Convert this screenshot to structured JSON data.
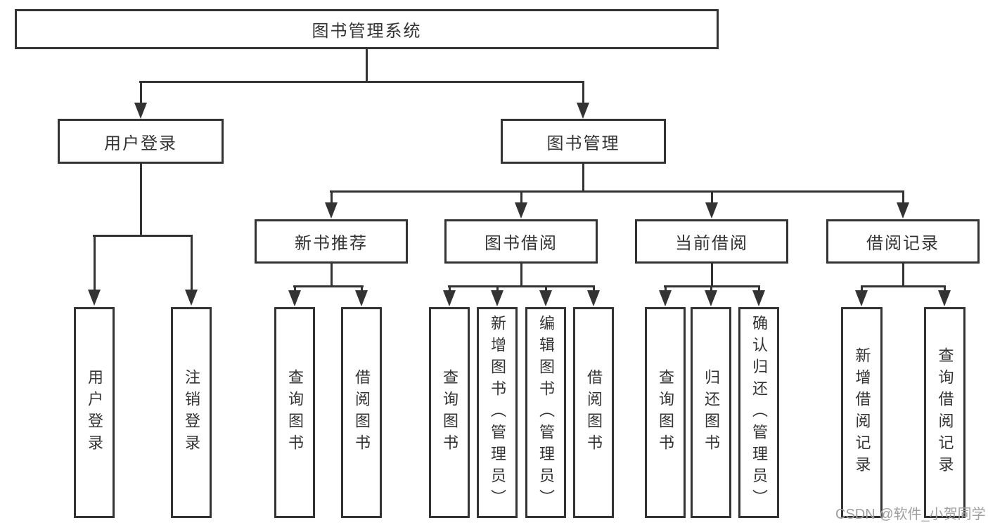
{
  "diagram": {
    "tree": {
      "label": "图书管理系统",
      "children": [
        {
          "label": "用户登录",
          "children": [
            {
              "label": "用户登录"
            },
            {
              "label": "注销登录"
            }
          ]
        },
        {
          "label": "图书管理",
          "children": [
            {
              "label": "新书推荐",
              "children": [
                {
                  "label": "查询图书"
                },
                {
                  "label": "借阅图书"
                }
              ]
            },
            {
              "label": "图书借阅",
              "children": [
                {
                  "label": "查询图书"
                },
                {
                  "label": "新增图书（管理员）"
                },
                {
                  "label": "编辑图书（管理员）"
                },
                {
                  "label": "借阅图书"
                }
              ]
            },
            {
              "label": "当前借阅",
              "children": [
                {
                  "label": "查询图书"
                },
                {
                  "label": "归还图书"
                },
                {
                  "label": "确认归还（管理员）"
                }
              ]
            },
            {
              "label": "借阅记录",
              "children": [
                {
                  "label": "新增借阅记录"
                },
                {
                  "label": "查询借阅记录"
                }
              ]
            }
          ]
        }
      ]
    },
    "colors": {
      "line": "#333333",
      "text": "#333333",
      "watermark": "#9f9f9f",
      "background": "#ffffff"
    }
  },
  "watermark": {
    "text": "CSDN @软件_小贺同学"
  }
}
